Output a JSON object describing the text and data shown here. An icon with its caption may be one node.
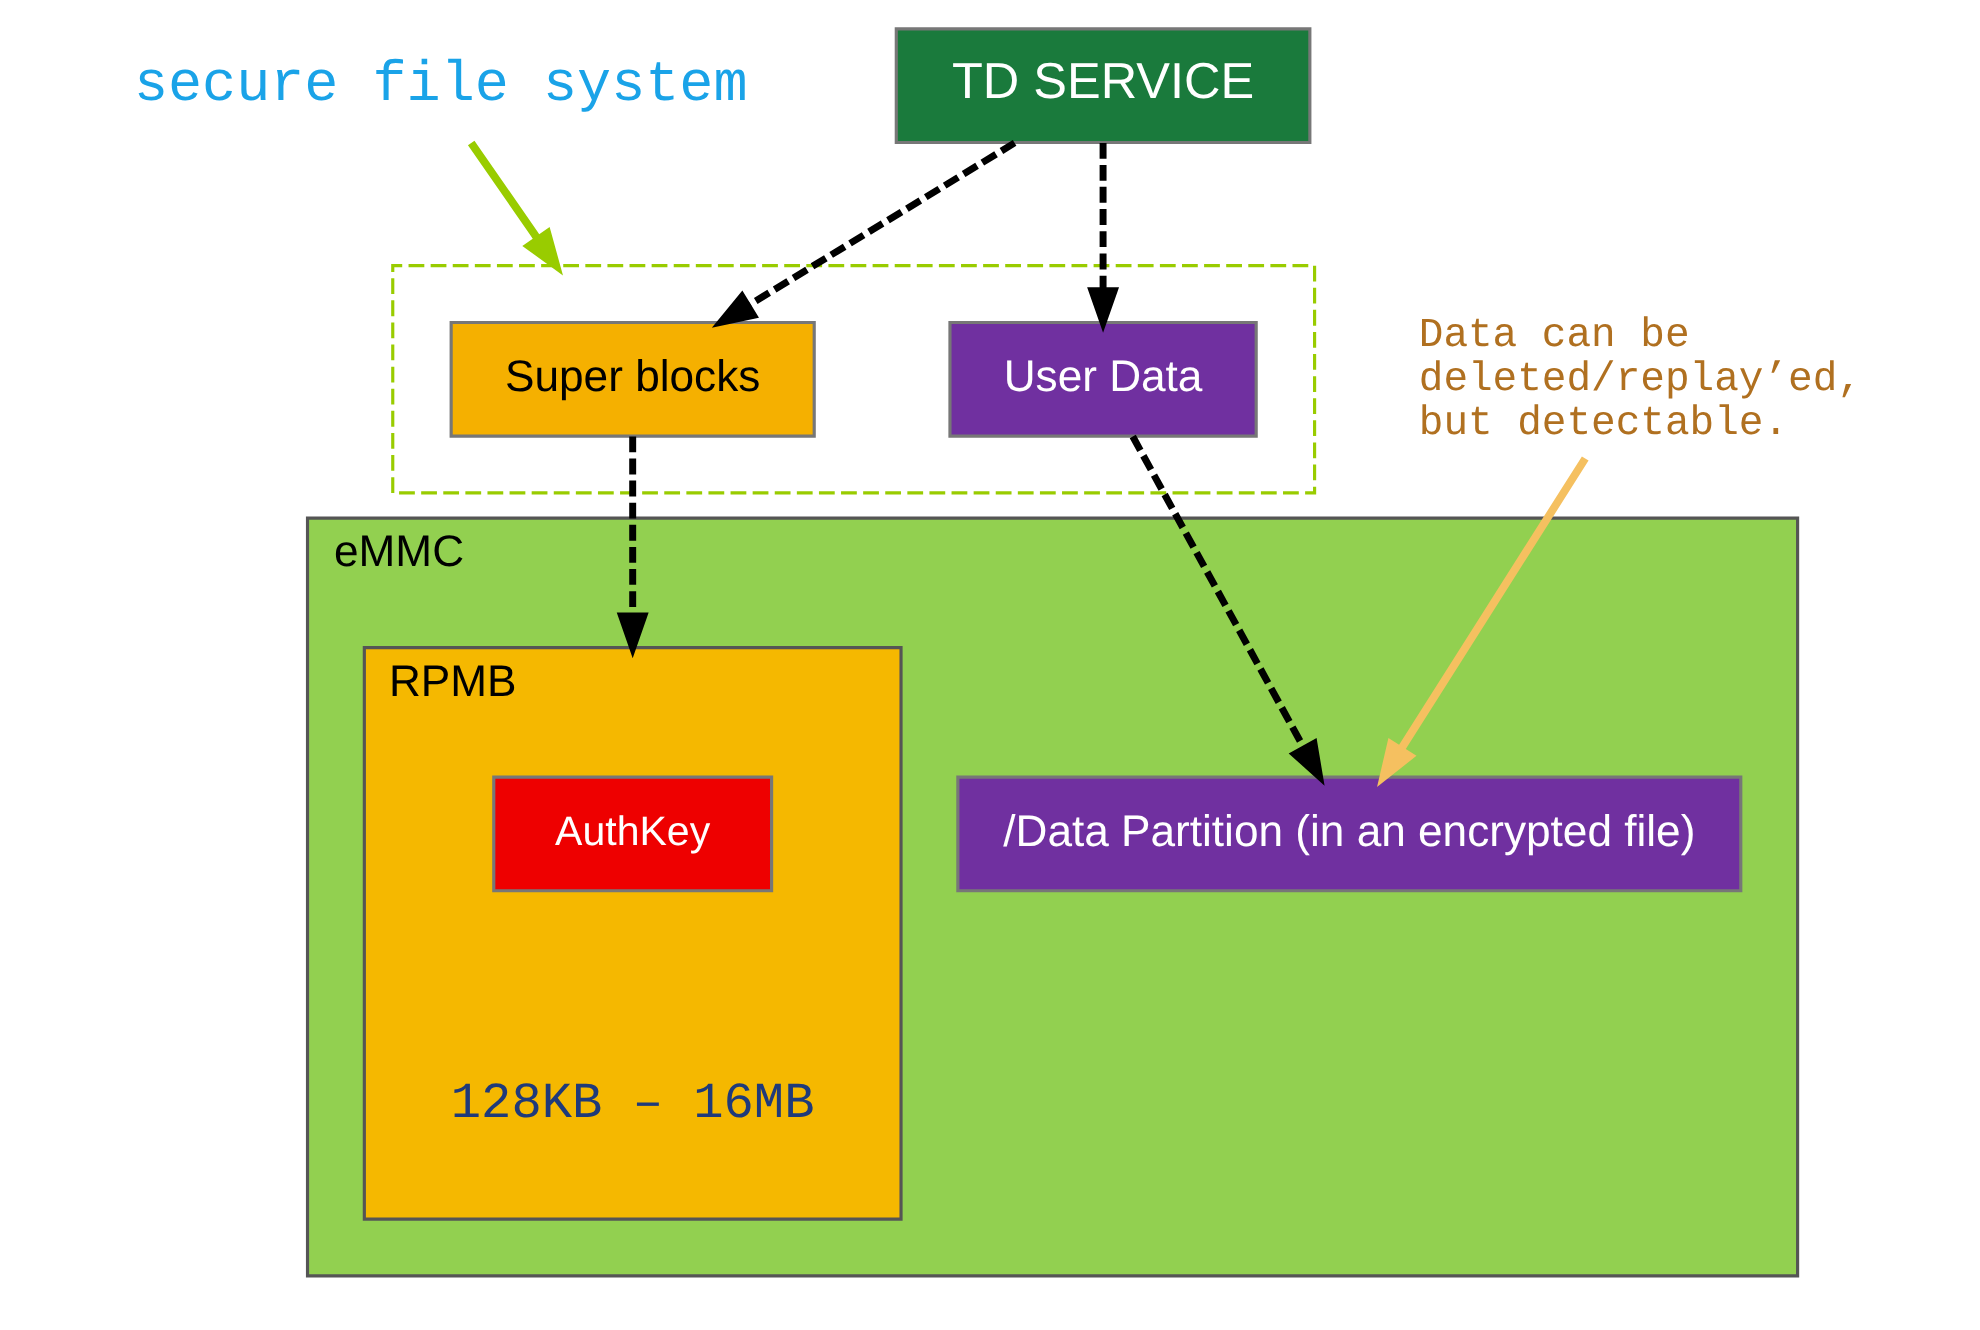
{
  "diagram": {
    "nodes": [
      {
        "text": [
          "TD SERVICE"
        ]
      },
      {
        "text": [],
        "shape": "box"
      },
      {
        "text": [
          "Super blocks"
        ],
        "in": 1
      },
      {
        "text": [
          "User Data"
        ],
        "in": 1
      },
      {
        "text": [
          "eMMC"
        ]
      },
      {
        "text": [
          "RPMB"
        ],
        "in": 4,
        "beside": [
          "128KB – 16MB"
        ]
      },
      {
        "text": [
          "AuthKey"
        ],
        "in": 5
      },
      {
        "text": [
          "/Data Partition (in an encrypted file)"
        ],
        "in": 4
      },
      {
        "text": [
          "secure file system"
        ]
      },
      {
        "text": [
          "Data can be deleted/replay’ed, but detectable."
        ]
      }
    ],
    "edges": [
      {
        "from": 0,
        "to": 2,
        "arrow": "to",
        "style": "dashed"
      },
      {
        "from": 0,
        "to": 3,
        "arrow": "to",
        "style": "dashed"
      },
      {
        "from": 2,
        "to": 5,
        "arrow": "to",
        "style": "dashed"
      },
      {
        "from": 3,
        "to": 7,
        "arrow": "to",
        "style": "dashed"
      },
      {
        "from": 8,
        "to": 1,
        "arrow": "to",
        "color": "#99cc00"
      },
      {
        "from": 9,
        "to": 7,
        "arrow": "to",
        "color": "#f5c060"
      }
    ]
  }
}
